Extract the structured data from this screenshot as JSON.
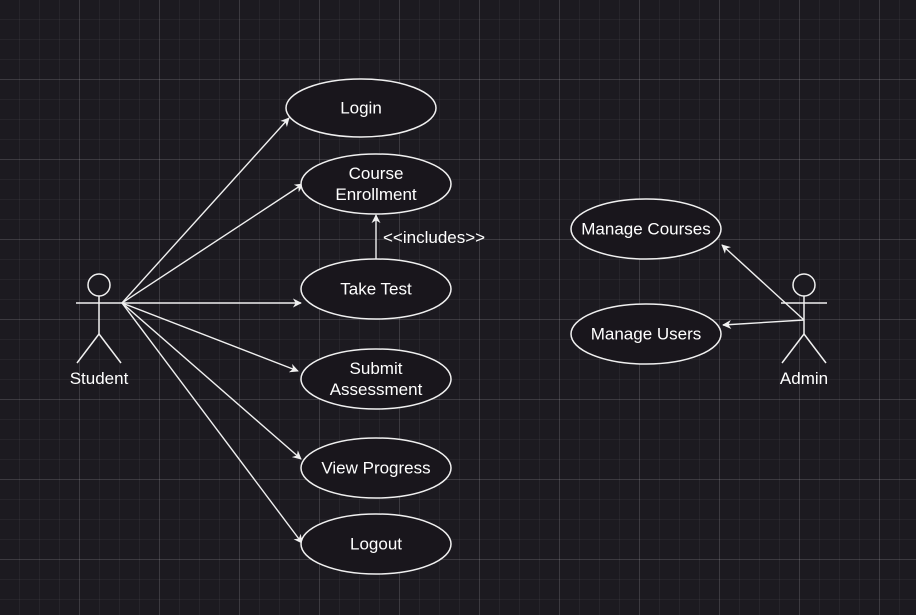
{
  "colors": {
    "background": "#1c1a20",
    "stroke": "#f0f0f0",
    "text": "#ffffff"
  },
  "actors": [
    {
      "id": "student",
      "label": "Student"
    },
    {
      "id": "admin",
      "label": "Admin"
    }
  ],
  "use_cases": [
    {
      "id": "login",
      "lines": [
        "Login"
      ]
    },
    {
      "id": "enroll",
      "lines": [
        "Course",
        "Enrollment"
      ]
    },
    {
      "id": "test",
      "lines": [
        "Take Test"
      ]
    },
    {
      "id": "submit",
      "lines": [
        "Submit",
        "Assessment"
      ]
    },
    {
      "id": "progress",
      "lines": [
        "View Progress"
      ]
    },
    {
      "id": "logout",
      "lines": [
        "Logout"
      ]
    },
    {
      "id": "courses",
      "lines": [
        "Manage Courses"
      ]
    },
    {
      "id": "users",
      "lines": [
        "Manage Users"
      ]
    }
  ],
  "relations": [
    {
      "from": "student",
      "to": "login"
    },
    {
      "from": "student",
      "to": "enroll"
    },
    {
      "from": "student",
      "to": "test"
    },
    {
      "from": "student",
      "to": "submit"
    },
    {
      "from": "student",
      "to": "progress"
    },
    {
      "from": "student",
      "to": "logout"
    },
    {
      "from": "admin",
      "to": "courses"
    },
    {
      "from": "admin",
      "to": "users"
    },
    {
      "from": "test",
      "to": "enroll",
      "label": "<<includes>>"
    }
  ]
}
